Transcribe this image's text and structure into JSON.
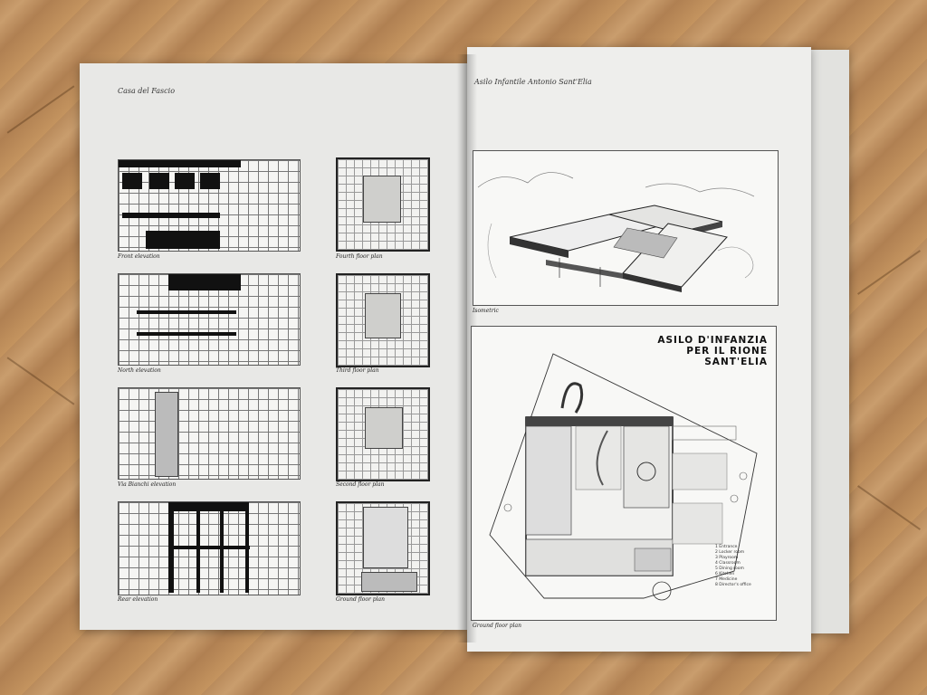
{
  "left_page": {
    "header": "Casa del Fascio",
    "elevations": [
      {
        "caption": "Front elevation"
      },
      {
        "caption": "North elevation"
      },
      {
        "caption": "Via Bianchi elevation"
      },
      {
        "caption": "Rear elevation"
      }
    ],
    "plans": [
      {
        "caption": "Fourth floor plan"
      },
      {
        "caption": "Third floor plan"
      },
      {
        "caption": "Second floor plan"
      },
      {
        "caption": "Ground floor plan"
      }
    ]
  },
  "right_page": {
    "header": "Asilo Infantile Antonio Sant'Elia",
    "isometric_caption": "Isometric",
    "plan_title_line1": "ASILO D'INFANZIA",
    "plan_title_line2": "PER IL RIONE SANT'ELIA",
    "plan_caption": "Ground floor plan",
    "legend": [
      "1  Entrance",
      "2  Locker room",
      "3  Playroom",
      "4  Classroom",
      "5  Dining room",
      "6  Kitchen",
      "7  Medicine",
      "8  Director's office"
    ]
  }
}
